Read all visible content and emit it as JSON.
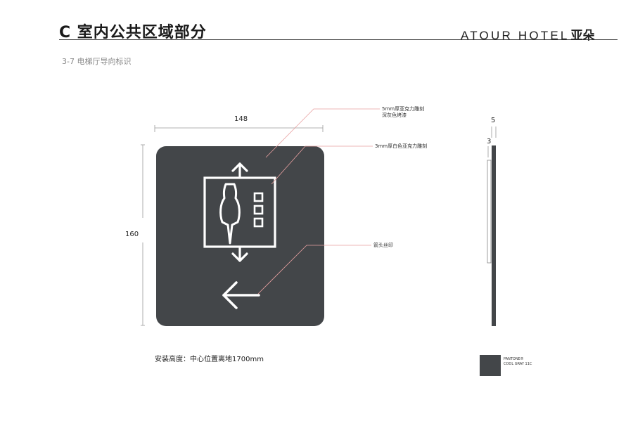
{
  "header": {
    "title": "C 室内公共区域部分",
    "brand": "ATOUR HOTEL",
    "brand_cn": "亚朵"
  },
  "section": {
    "subtitle": "3-7 电梯厅导向标识"
  },
  "dimensions": {
    "width": "148",
    "height": "160",
    "thickness_outer": "5",
    "thickness_inner": "3"
  },
  "callouts": [
    {
      "line1": "5mm厚亚克力雕刻",
      "line2": "深灰色烤漆"
    },
    {
      "line1": "3mm厚白色亚克力雕刻",
      "line2": ""
    },
    {
      "line1": "箭头丝印",
      "line2": ""
    }
  ],
  "install_note": "安装高度：中心位置离地1700mm",
  "color_swatch": {
    "color": "#434649",
    "line1": "PANTONE®",
    "line2": "COOL GRAY 11C"
  },
  "colors": {
    "sign_panel": "#434649",
    "callout_line": "#e8a0a0",
    "icon": "#ffffff"
  },
  "icons": [
    "up-arrow-icon",
    "elevator-person-icon",
    "elevator-buttons-icon",
    "down-arrow-icon",
    "left-arrow-icon"
  ]
}
